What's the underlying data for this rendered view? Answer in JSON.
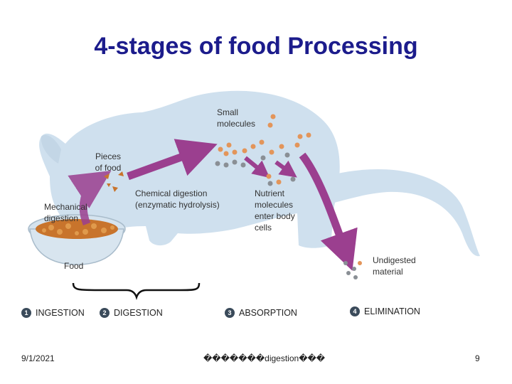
{
  "title": "4-stages of food Processing",
  "labels": {
    "small_molecules": "Small molecules",
    "pieces_of_food": "Pieces of food",
    "chemical_digestion": "Chemical digestion (enzymatic hydrolysis)",
    "nutrient_molecules": "Nutrient molecules enter body cells",
    "mechanical_digestion": "Mechanical digestion",
    "food": "Food",
    "undigested_material": "Undigested material"
  },
  "stages": [
    {
      "num": "1",
      "label": "INGESTION"
    },
    {
      "num": "2",
      "label": "DIGESTION"
    },
    {
      "num": "3",
      "label": "ABSORPTION"
    },
    {
      "num": "4",
      "label": "ELIMINATION"
    }
  ],
  "footer": {
    "date": "9/1/2021",
    "center_prefix": "�������",
    "center_word": "digestion",
    "center_suffix": "���",
    "page": "9"
  },
  "colors": {
    "title": "#1c1c8c",
    "animal": "#cfe0ee",
    "arrow": "#9b3f8f",
    "molecule_orange": "#e3955a",
    "molecule_gray": "#8a8f95",
    "food": "#c8742c"
  }
}
